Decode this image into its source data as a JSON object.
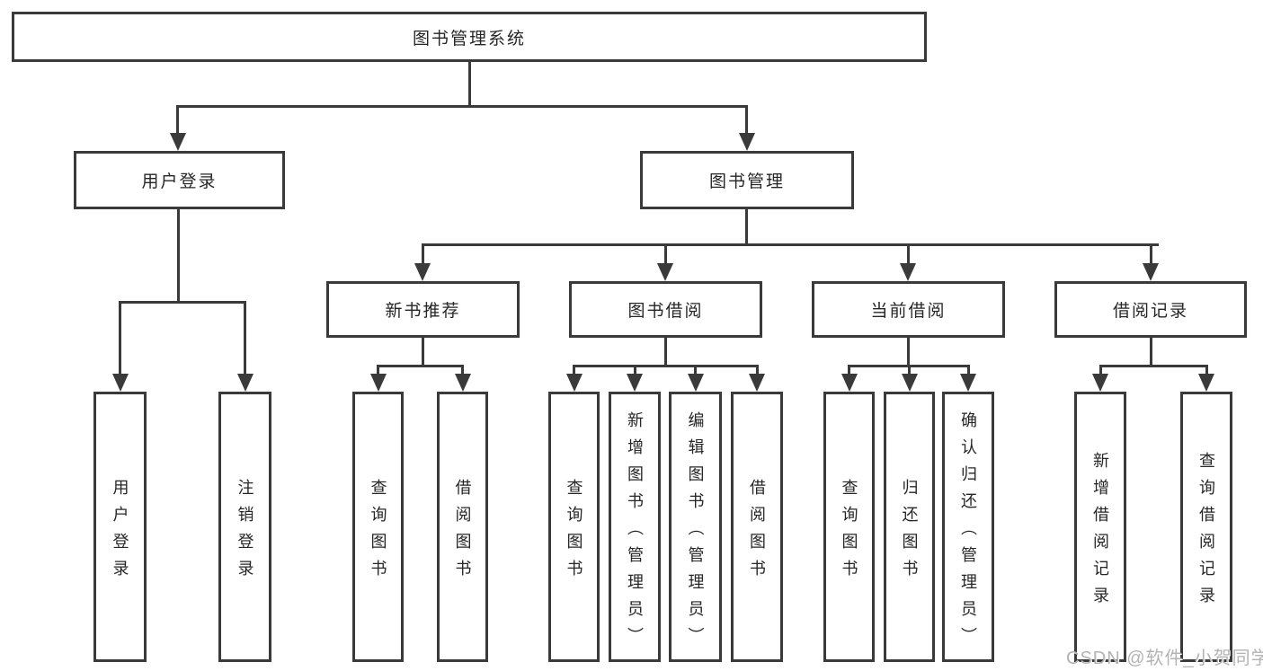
{
  "diagram": {
    "root": {
      "label": "图书管理系统"
    },
    "branches": {
      "user_login": {
        "label": "用户登录",
        "children": [
          {
            "label": "用户登录"
          },
          {
            "label": "注销登录"
          }
        ]
      },
      "book_management": {
        "label": "图书管理",
        "sections": [
          {
            "label": "新书推荐",
            "children": [
              {
                "label": "查询图书"
              },
              {
                "label": "借阅图书"
              }
            ]
          },
          {
            "label": "图书借阅",
            "children": [
              {
                "label": "查询图书"
              },
              {
                "label": "新增图书（管理员）"
              },
              {
                "label": "编辑图书（管理员）"
              },
              {
                "label": "借阅图书"
              }
            ]
          },
          {
            "label": "当前借阅",
            "children": [
              {
                "label": "查询图书"
              },
              {
                "label": "归还图书"
              },
              {
                "label": "确认归还（管理员）"
              }
            ]
          },
          {
            "label": "借阅记录",
            "children": [
              {
                "label": "新增借阅记录"
              },
              {
                "label": "查询借阅记录"
              }
            ]
          }
        ]
      }
    },
    "watermark": "CSDN @软件_小贺同学",
    "colors": {
      "line": "#3a3a3a",
      "text": "#262626",
      "background": "#ffffff",
      "watermark": "#b3b3b3"
    }
  }
}
